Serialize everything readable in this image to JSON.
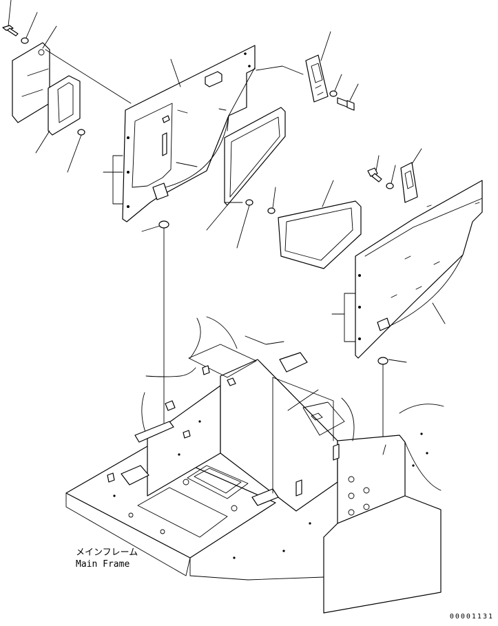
{
  "callout": {
    "name_jp": "メインフレーム",
    "name_en": "Main Frame"
  },
  "drawing_number": "00001131"
}
